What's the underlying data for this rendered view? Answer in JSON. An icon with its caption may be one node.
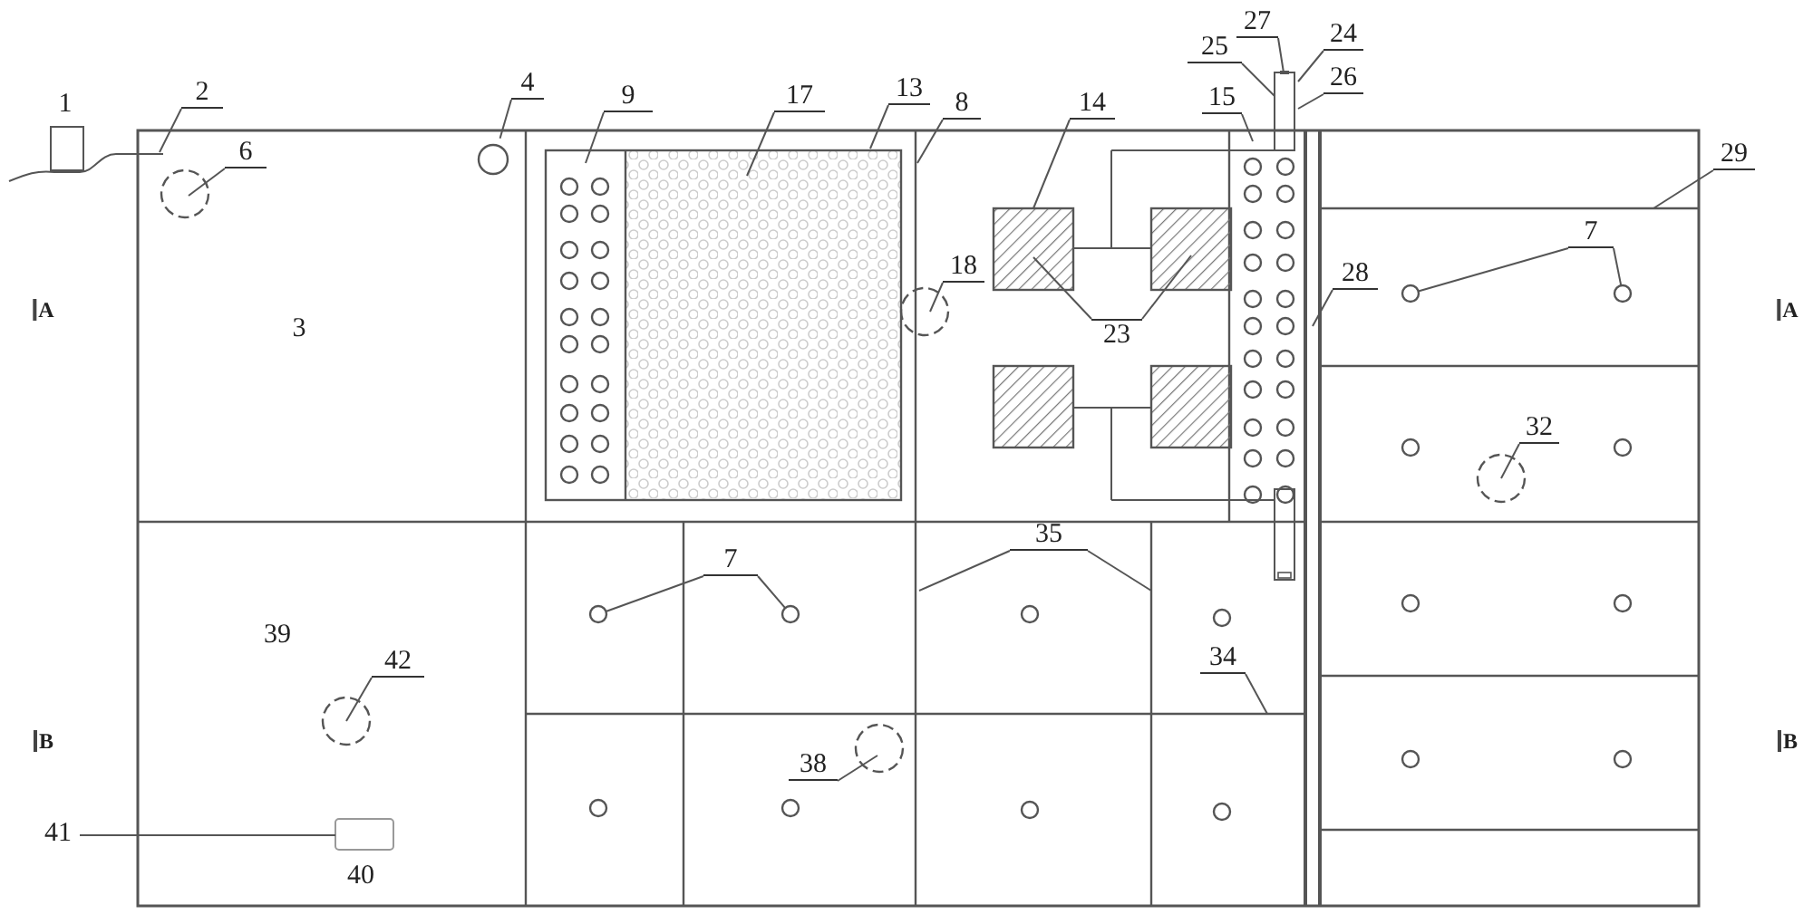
{
  "diagram": {
    "nodes": [
      {
        "text": [
          "2"
        ]
      },
      {
        "text": [
          "4"
        ]
      },
      {
        "text": [
          "6"
        ]
      },
      {
        "text": [
          "9"
        ]
      },
      {
        "text": [
          "17"
        ]
      },
      {
        "text": [
          "13"
        ]
      },
      {
        "text": [
          "8"
        ]
      },
      {
        "text": [
          "14"
        ]
      },
      {
        "text": [
          "18"
        ]
      },
      {
        "text": [
          "23"
        ]
      },
      {
        "text": [
          "15"
        ]
      },
      {
        "text": [
          "25"
        ]
      },
      {
        "text": [
          "27"
        ]
      },
      {
        "text": [
          "24"
        ]
      },
      {
        "text": [
          "26"
        ]
      },
      {
        "text": [
          "29"
        ]
      },
      {
        "text": [
          "7"
        ]
      },
      {
        "text": [
          "28"
        ]
      },
      {
        "text": [
          "32"
        ]
      },
      {
        "text": [
          "7"
        ]
      },
      {
        "text": [
          "35"
        ]
      },
      {
        "text": [
          "34"
        ]
      },
      {
        "text": [
          "42"
        ]
      },
      {
        "text": [
          "38"
        ]
      },
      {
        "text": [
          "41"
        ]
      },
      {
        "text": [],
        "shape": "circle"
      },
      {
        "text": [],
        "shape": "circle"
      },
      {
        "text": [],
        "shape": "circle"
      },
      {
        "text": [],
        "shape": "circle"
      }
    ],
    "edges": [
      {
        "from": 0,
        "to": null,
        "arrow": "none"
      },
      {
        "from": 1,
        "to": null,
        "arrow": "none"
      },
      {
        "from": 2,
        "to": null,
        "arrow": "none"
      },
      {
        "from": 3,
        "to": null,
        "arrow": "none"
      },
      {
        "from": 4,
        "to": null,
        "arrow": "none"
      },
      {
        "from": 5,
        "to": null,
        "arrow": "none"
      },
      {
        "from": 6,
        "to": null,
        "arrow": "none"
      },
      {
        "from": 7,
        "to": null,
        "arrow": "none"
      },
      {
        "from": 8,
        "to": null,
        "arrow": "none"
      },
      {
        "from": 9,
        "to": null,
        "arrow": "none"
      },
      {
        "from": 9,
        "to": null,
        "arrow": "none"
      },
      {
        "from": 10,
        "to": null,
        "arrow": "none"
      },
      {
        "from": 11,
        "to": null,
        "arrow": "none"
      },
      {
        "from": 12,
        "to": null,
        "arrow": "none"
      },
      {
        "from": 13,
        "to": null,
        "arrow": "none"
      },
      {
        "from": 14,
        "to": null,
        "arrow": "none"
      },
      {
        "from": 15,
        "to": null,
        "arrow": "none"
      },
      {
        "from": 16,
        "to": 25,
        "arrow": "none"
      },
      {
        "from": 16,
        "to": 26,
        "arrow": "none"
      },
      {
        "from": 17,
        "to": null,
        "arrow": "none"
      },
      {
        "from": 18,
        "to": null,
        "arrow": "none"
      },
      {
        "from": 19,
        "to": 27,
        "arrow": "none"
      },
      {
        "from": 19,
        "to": 28,
        "arrow": "none"
      },
      {
        "from": 20,
        "to": null,
        "arrow": "none"
      },
      {
        "from": 20,
        "to": null,
        "arrow": "none"
      },
      {
        "from": 21,
        "to": null,
        "arrow": "none"
      },
      {
        "from": 22,
        "to": null,
        "arrow": "none"
      },
      {
        "from": 23,
        "to": null,
        "arrow": "none"
      },
      {
        "from": 24,
        "to": null,
        "arrow": "none"
      }
    ],
    "labels": [
      "1",
      "A",
      "3",
      "A",
      "39",
      "B",
      "B",
      "40"
    ]
  }
}
